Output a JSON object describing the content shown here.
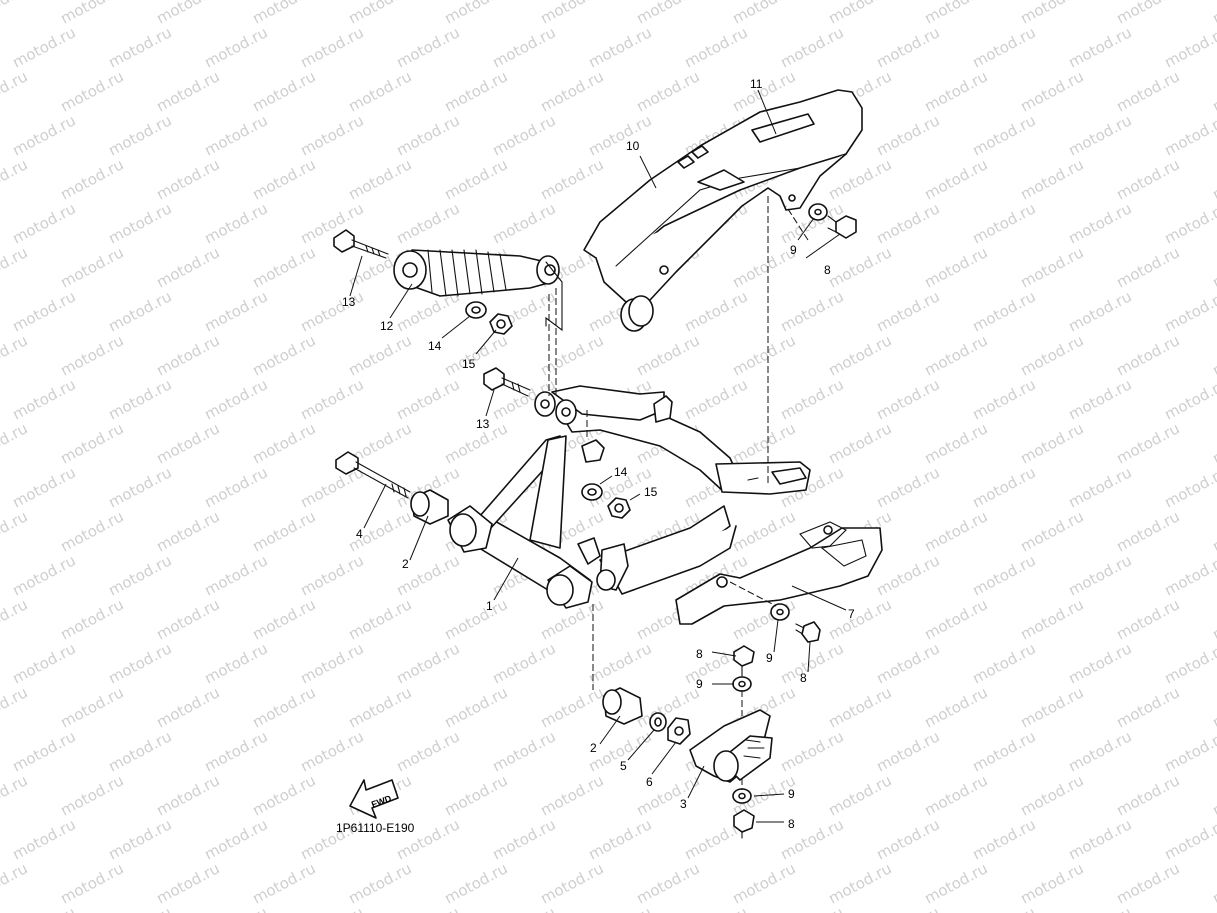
{
  "watermark": "motod.ru",
  "diagram_code": "1P61110-E190",
  "fwd_label": "FWD",
  "callouts": [
    "1",
    "2",
    "2",
    "3",
    "4",
    "5",
    "6",
    "7",
    "8",
    "8",
    "8",
    "8",
    "9",
    "9",
    "9",
    "9",
    "10",
    "11",
    "12",
    "13",
    "13",
    "14",
    "14",
    "15",
    "15"
  ]
}
